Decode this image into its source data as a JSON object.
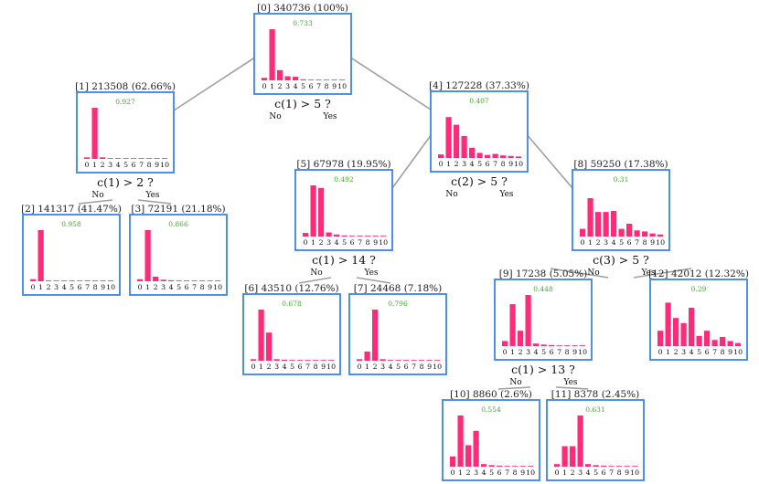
{
  "colors": {
    "bar": "#ff2a78",
    "box_border": "#3a86e6",
    "accuracy_text": "#3fae2a",
    "edge": "#a0a0a0"
  },
  "tick_labels": [
    "0",
    "1",
    "2",
    "3",
    "4",
    "5",
    "6",
    "7",
    "8",
    "9",
    "10"
  ],
  "branch_labels": {
    "no": "No",
    "yes": "Yes"
  },
  "nodes": [
    {
      "id": "n0",
      "title": "[0] 340736 (100%)",
      "accuracy": "0.733",
      "condition": "c(1) > 5 ?",
      "bars": [
        0.05,
        1.0,
        0.2,
        0.08,
        0.07,
        0.02,
        0.01,
        0.01,
        0.005,
        0.005,
        0.003
      ]
    },
    {
      "id": "n1",
      "title": "[1] 213508 (62.66%)",
      "accuracy": "0.927",
      "condition": "c(1) > 2 ?",
      "bars": [
        0.03,
        1.0,
        0.03,
        0.01,
        0.005,
        0.005,
        0.003,
        0.002,
        0.002,
        0.001,
        0.001
      ]
    },
    {
      "id": "n2",
      "title": "[2] 141317 (41.47%)",
      "accuracy": "0.958",
      "condition": "",
      "bars": [
        0.04,
        1.0,
        0.01,
        0.005,
        0.003,
        0.002,
        0.002,
        0.001,
        0.001,
        0.001,
        0.001
      ]
    },
    {
      "id": "n3",
      "title": "[3] 72191 (21.18%)",
      "accuracy": "0.866",
      "condition": "",
      "bars": [
        0.04,
        1.0,
        0.09,
        0.03,
        0.02,
        0.01,
        0.005,
        0.005,
        0.003,
        0.002,
        0.002
      ]
    },
    {
      "id": "n4",
      "title": "[4] 127228 (37.33%)",
      "accuracy": "0.407",
      "condition": "c(2) > 5 ?",
      "bars": [
        0.07,
        0.8,
        0.65,
        0.43,
        0.2,
        0.1,
        0.06,
        0.08,
        0.05,
        0.04,
        0.03
      ]
    },
    {
      "id": "n5",
      "title": "[5] 67978 (19.95%)",
      "accuracy": "0.492",
      "condition": "c(1) > 14 ?",
      "bars": [
        0.07,
        1.0,
        0.95,
        0.08,
        0.04,
        0.02,
        0.01,
        0.01,
        0.005,
        0.005,
        0.003
      ]
    },
    {
      "id": "n6",
      "title": "[6] 43510 (12.76%)",
      "accuracy": "0.678",
      "condition": "",
      "bars": [
        0.03,
        1.0,
        0.55,
        0.03,
        0.02,
        0.01,
        0.005,
        0.005,
        0.003,
        0.002,
        0.002
      ]
    },
    {
      "id": "n7",
      "title": "[7] 24468 (7.18%)",
      "accuracy": "0.796",
      "condition": "",
      "bars": [
        0.03,
        0.18,
        1.0,
        0.03,
        0.015,
        0.01,
        0.005,
        0.005,
        0.003,
        0.002,
        0.002
      ]
    },
    {
      "id": "n8",
      "title": "[8] 59250 (17.38%)",
      "accuracy": "0.31",
      "condition": "c(3) > 5 ?",
      "bars": [
        0.15,
        0.75,
        0.48,
        0.48,
        0.5,
        0.15,
        0.25,
        0.12,
        0.1,
        0.06,
        0.04
      ]
    },
    {
      "id": "n9",
      "title": "[9] 17238 (5.05%)",
      "accuracy": "0.448",
      "condition": "c(1) > 13 ?",
      "bars": [
        0.1,
        0.82,
        0.3,
        1.0,
        0.05,
        0.03,
        0.02,
        0.01,
        0.01,
        0.005,
        0.005
      ]
    },
    {
      "id": "n10",
      "title": "[10] 8860 (2.6%)",
      "accuracy": "0.554",
      "condition": "",
      "bars": [
        0.2,
        1.0,
        0.42,
        0.7,
        0.05,
        0.03,
        0.02,
        0.01,
        0.01,
        0.005,
        0.005
      ]
    },
    {
      "id": "n11",
      "title": "[11] 8378 (2.45%)",
      "accuracy": "0.631",
      "condition": "",
      "bars": [
        0.05,
        0.4,
        0.4,
        1.0,
        0.05,
        0.03,
        0.02,
        0.01,
        0.01,
        0.005,
        0.005
      ]
    },
    {
      "id": "n12",
      "title": "[12] 42012 (12.32%)",
      "accuracy": "0.29",
      "condition": "",
      "bars": [
        0.3,
        0.85,
        0.55,
        0.45,
        0.75,
        0.2,
        0.3,
        0.12,
        0.18,
        0.1,
        0.06
      ]
    }
  ]
}
